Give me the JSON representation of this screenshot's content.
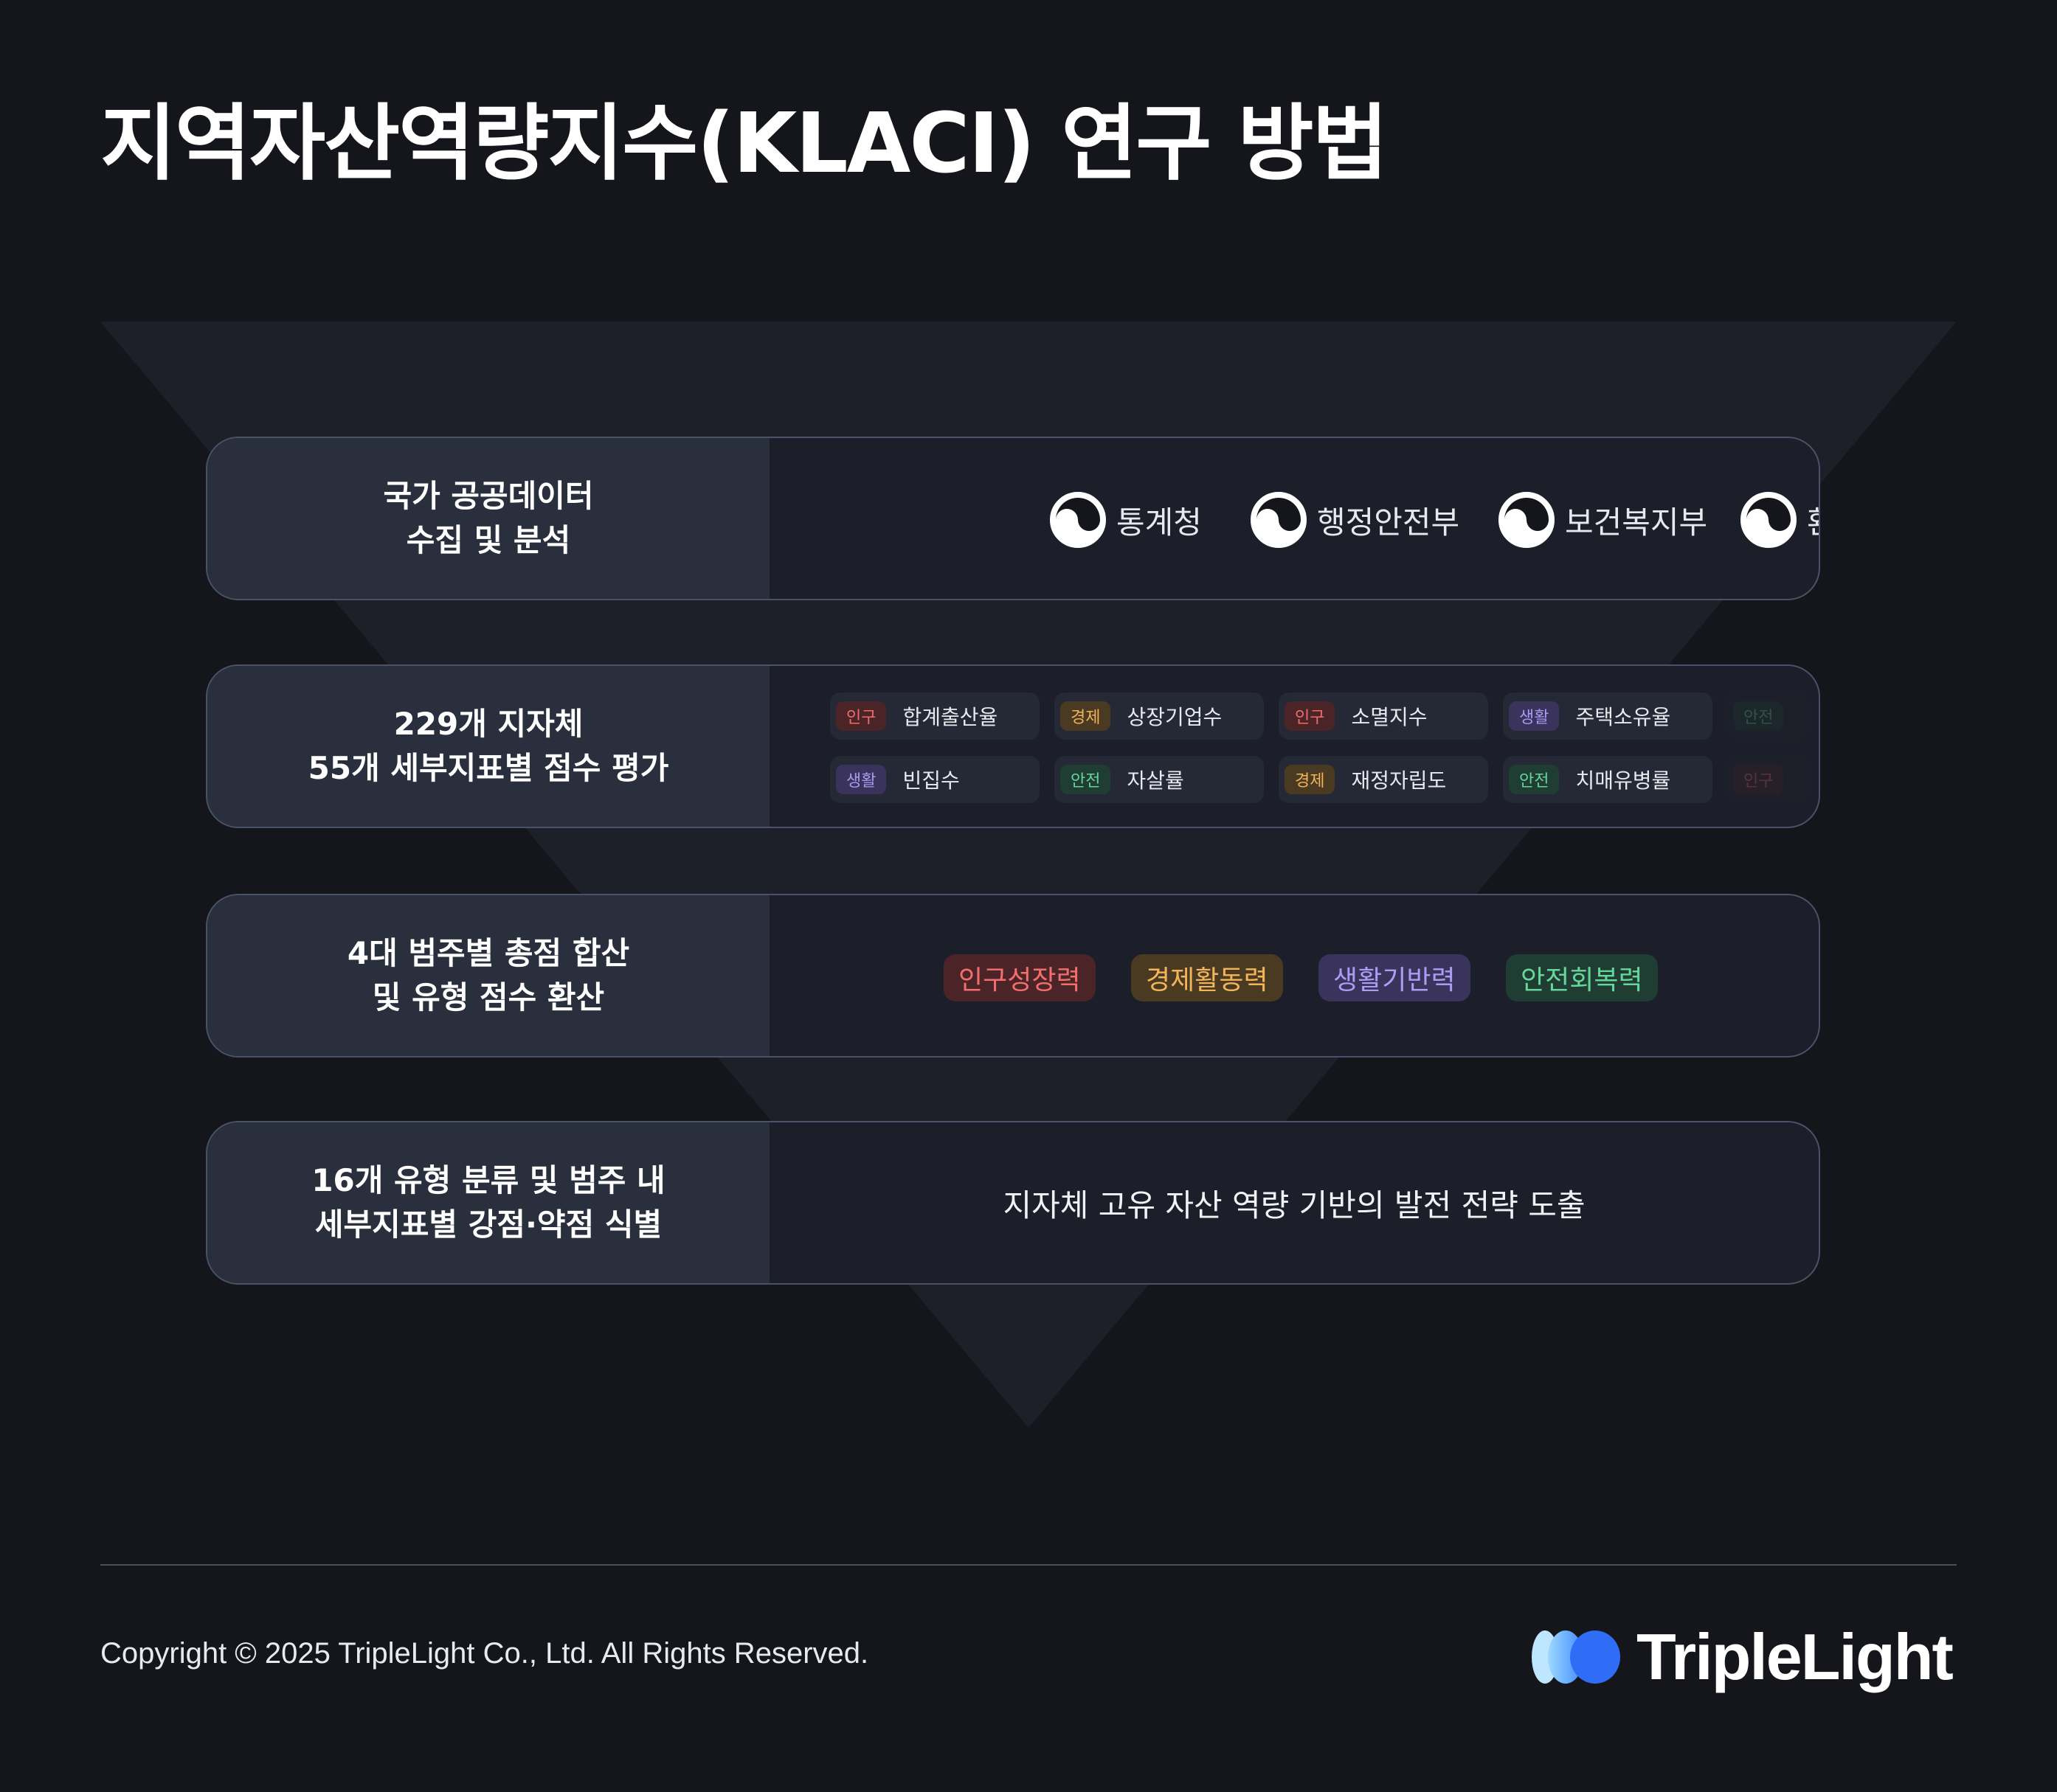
{
  "title": "지역자산역량지수(KLACI) 연구 방법",
  "stages": [
    {
      "label_line1": "국가 공공데이터",
      "label_line2": "수집 및 분석",
      "sources": [
        "통계청",
        "행정안전부",
        "보건복지부",
        "환경부"
      ],
      "more": "•••"
    },
    {
      "label_line1": "229개 지자체",
      "label_line2": "55개 세부지표별 점수 평가",
      "indicators": [
        {
          "tag": "인구",
          "type": "pop",
          "name": "합계출산율"
        },
        {
          "tag": "경제",
          "type": "eco",
          "name": "상장기업수"
        },
        {
          "tag": "인구",
          "type": "pop",
          "name": "소멸지수"
        },
        {
          "tag": "생활",
          "type": "life",
          "name": "주택소유율"
        },
        {
          "tag": "안전",
          "type": "safe",
          "name": ""
        },
        {
          "tag": "생활",
          "type": "life",
          "name": "빈집수"
        },
        {
          "tag": "안전",
          "type": "safe",
          "name": "자살률"
        },
        {
          "tag": "경제",
          "type": "eco",
          "name": "재정자립도"
        },
        {
          "tag": "안전",
          "type": "safe",
          "name": "치매유병률"
        },
        {
          "tag": "인구",
          "type": "pop",
          "name": ""
        }
      ],
      "more": "•••"
    },
    {
      "label_line1": "4대 범주별 총점 합산",
      "label_line2": "및 유형 점수 환산",
      "categories": [
        {
          "label": "인구성장력",
          "type": "pop"
        },
        {
          "label": "경제활동력",
          "type": "eco"
        },
        {
          "label": "생활기반력",
          "type": "life"
        },
        {
          "label": "안전회복력",
          "type": "safe"
        }
      ]
    },
    {
      "label_line1": "16개 유형 분류 및 범주 내",
      "label_line2": "세부지표별 강점·약점 식별",
      "result": "지자체 고유 자산 역량 기반의 발전 전략 도출"
    }
  ],
  "footer": {
    "copyright": "Copyright © 2025 TripleLight Co., Ltd. All Rights Reserved.",
    "logo_text": "TripleLight"
  },
  "colors": {
    "background": "#14161c",
    "population": "#f06b6b",
    "economy": "#f0b35a",
    "living": "#a99bf0",
    "safety": "#63d49a",
    "logo_blue": "#2f7bff"
  }
}
